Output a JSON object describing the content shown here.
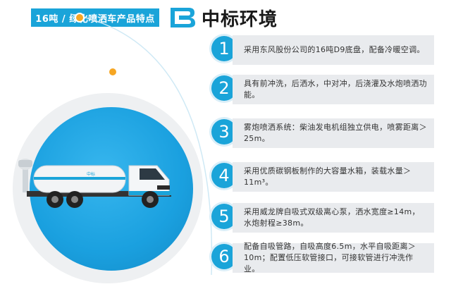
{
  "header": {
    "title": "16吨 / 绿化喷洒车产品特点",
    "brand_name": "中标环境"
  },
  "colors": {
    "accent": "#1aa4d9",
    "panel": "#e9ebee",
    "ring": "#eef0f2"
  },
  "features": [
    {
      "number": "1",
      "text": "采用东风股份公司的16吨D9底盘，配备冷暖空调。"
    },
    {
      "number": "2",
      "text": "具有前冲洗，后洒水，中对冲，后浇灌及水炮喷洒功能。"
    },
    {
      "number": "3",
      "text": "雾炮喷洒系统：柴油发电机组独立供电，喷雾距离＞25m。"
    },
    {
      "number": "4",
      "text": "采用优质碳钢板制作的大容量水箱，装载水量＞11m³。"
    },
    {
      "number": "5",
      "text": "采用威龙牌自吸式双级离心泵，洒水宽度≥14m，水炮射程≥38m。"
    },
    {
      "number": "6",
      "text": "配备自吸管路，自吸高度6.5m，水平自吸距离＞10m；配置低压软管接口，可接软管进行冲洗作业。"
    }
  ],
  "icons": {
    "brand_logo": "zb-logo-icon",
    "vehicle": "water-truck-icon"
  }
}
